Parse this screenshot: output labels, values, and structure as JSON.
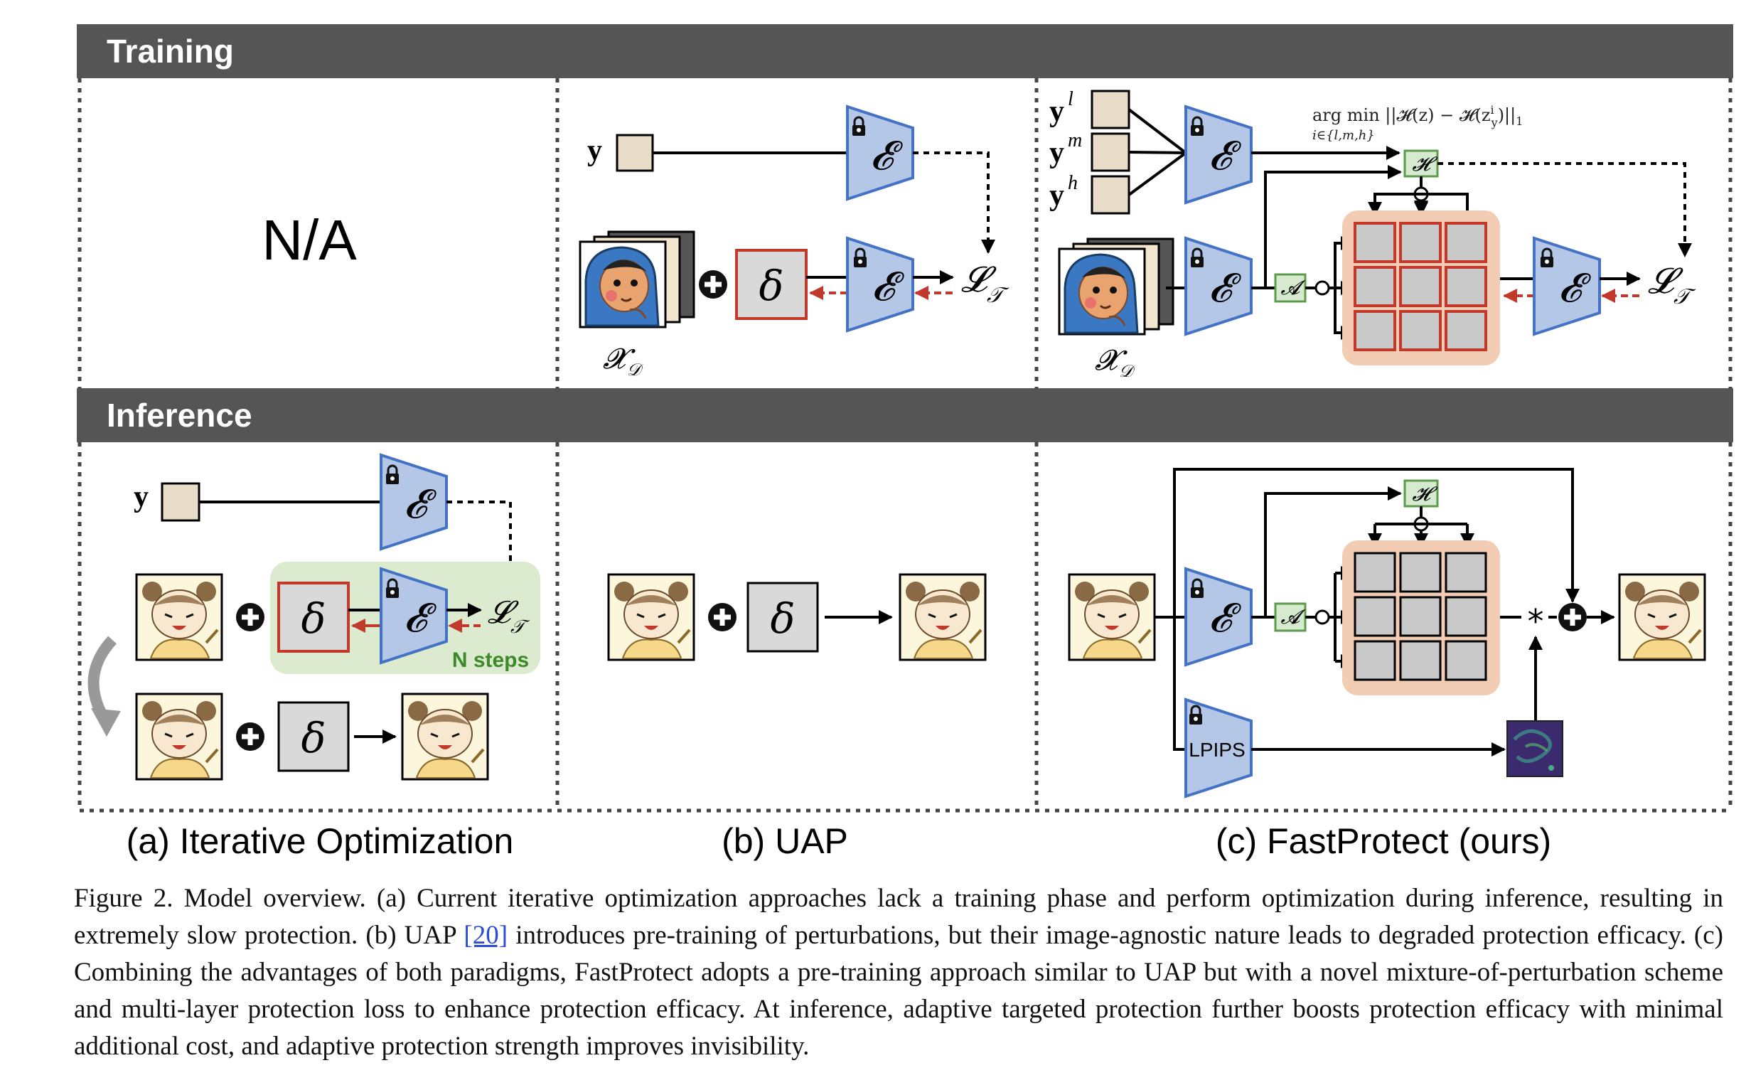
{
  "sections": {
    "training": "Training",
    "inference": "Inference"
  },
  "placeholder": "N/A",
  "panel_labels": {
    "a": "(a) Iterative Optimization",
    "b": "(b) UAP",
    "c": "(c) FastProtect (ours)"
  },
  "symbols": {
    "y": "y",
    "y_l": "y",
    "y_l_sup": "l",
    "y_m": "y",
    "y_m_sup": "m",
    "y_h": "y",
    "y_h_sup": "h",
    "encoder": "𝓔",
    "delta": "δ",
    "loss": "𝓛",
    "loss_sub": "𝒯",
    "dataset": "𝓧",
    "dataset_sub": "𝒟",
    "adapter": "𝓐",
    "head": "𝓗",
    "multiply": "*",
    "argmin_main": "arg min ||𝓗(z) − 𝓗(z",
    "argmin_sup": "i",
    "argmin_sub_y": "y",
    "argmin_tail": ")||",
    "argmin_norm_sub": "1",
    "argmin_under": "i∈{l,m,h}"
  },
  "labels": {
    "n_steps": "N steps",
    "lpips": "LPIPS"
  },
  "caption": {
    "before_cite": "Figure 2. Model overview. (a) Current iterative optimization approaches lack a training phase and perform optimization during inference, resulting in extremely slow protection. (b) UAP ",
    "cite": "[20]",
    "after_cite": " introduces pre-training of perturbations, but their image-agnostic nature leads to degraded protection efficacy. (c) Combining the advantages of both paradigms, FastProtect adopts a pre-training approach similar to UAP but with a novel mixture-of-perturbation scheme and multi-layer protection loss to enhance protection efficacy. At inference, adaptive targeted protection further boosts protection efficacy with minimal additional cost, and adaptive protection strength improves invisibility."
  },
  "colors": {
    "header_bg": "#555555",
    "encoder_fill": "#b4c7e7",
    "encoder_stroke": "#4472c4",
    "delta_fill": "#d9d9d9",
    "delta_stroke": "#c0392b",
    "token_fill": "#e8dcc8",
    "green_box_fill": "#d6ead0",
    "green_box_stroke": "#5e9a4c",
    "steps_bg": "#dcebd0",
    "steps_text": "#3d8a2a",
    "mixture_bg": "#f2ccb3",
    "mixture_cell": "#c9c9c9",
    "grad_arrow": "#c0392b",
    "noise_map": "#3b2a6e"
  },
  "icons": [
    "lock-icon",
    "plus-icon",
    "curved-arrow-icon",
    "cartoon-image-icon",
    "noise-map-icon"
  ]
}
